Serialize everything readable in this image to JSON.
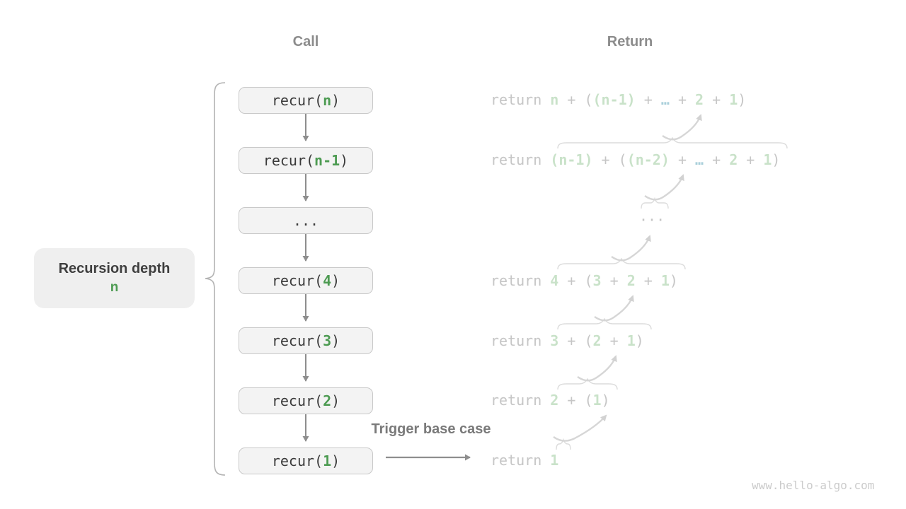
{
  "watermark": "www.hello-algo.com",
  "headers": {
    "call": "Call",
    "return": "Return"
  },
  "depth_label": {
    "title": "Recursion depth",
    "value": "n"
  },
  "trigger_label": "Trigger base case",
  "colors": {
    "accent_green": "#4d9b52",
    "pale_green": "#c9e2c9",
    "pale_blue": "#a9cfda",
    "code_text": "#3a3a3a",
    "faded_text": "#c6c6c6",
    "arrow_gray": "#8e8e8e",
    "pale_stroke": "#d6d6d6",
    "box_fill": "#f3f3f3",
    "box_border": "#c9c9c9"
  },
  "call": {
    "rows": [
      {
        "tokens": [
          {
            "t": "recur(",
            "c": "code"
          },
          {
            "t": "n",
            "c": "green"
          },
          {
            "t": ")",
            "c": "code"
          }
        ]
      },
      {
        "tokens": [
          {
            "t": "recur(",
            "c": "code"
          },
          {
            "t": "n-1",
            "c": "green"
          },
          {
            "t": ")",
            "c": "code"
          }
        ]
      },
      {
        "tokens": [
          {
            "t": "...",
            "c": "code"
          }
        ]
      },
      {
        "tokens": [
          {
            "t": "recur(",
            "c": "code"
          },
          {
            "t": "4",
            "c": "green"
          },
          {
            "t": ")",
            "c": "code"
          }
        ]
      },
      {
        "tokens": [
          {
            "t": "recur(",
            "c": "code"
          },
          {
            "t": "3",
            "c": "green"
          },
          {
            "t": ")",
            "c": "code"
          }
        ]
      },
      {
        "tokens": [
          {
            "t": "recur(",
            "c": "code"
          },
          {
            "t": "2",
            "c": "green"
          },
          {
            "t": ")",
            "c": "code"
          }
        ]
      },
      {
        "tokens": [
          {
            "t": "recur(",
            "c": "code"
          },
          {
            "t": "1",
            "c": "green"
          },
          {
            "t": ")",
            "c": "code"
          }
        ]
      }
    ]
  },
  "return": {
    "rows": [
      {
        "tokens": [
          {
            "t": "return ",
            "c": "ret"
          },
          {
            "t": "n",
            "c": "val"
          },
          {
            "t": " + (",
            "c": "ret"
          },
          {
            "t": "(n-1)",
            "c": "val"
          },
          {
            "t": " + ",
            "c": "ret"
          },
          {
            "t": "…",
            "c": "dots"
          },
          {
            "t": " + ",
            "c": "ret"
          },
          {
            "t": "2",
            "c": "val"
          },
          {
            "t": " + ",
            "c": "ret"
          },
          {
            "t": "1",
            "c": "val"
          },
          {
            "t": ")",
            "c": "ret"
          }
        ]
      },
      {
        "tokens": [
          {
            "t": "return ",
            "c": "ret"
          },
          {
            "t": "(n-1)",
            "c": "val"
          },
          {
            "t": " + (",
            "c": "ret"
          },
          {
            "t": "(n-2)",
            "c": "val"
          },
          {
            "t": " + ",
            "c": "ret"
          },
          {
            "t": "…",
            "c": "dots"
          },
          {
            "t": " + ",
            "c": "ret"
          },
          {
            "t": "2",
            "c": "val"
          },
          {
            "t": " + ",
            "c": "ret"
          },
          {
            "t": "1",
            "c": "val"
          },
          {
            "t": ")",
            "c": "ret"
          }
        ]
      },
      {
        "tokens": [
          {
            "t": "···",
            "c": "ret"
          }
        ]
      },
      {
        "tokens": [
          {
            "t": "return ",
            "c": "ret"
          },
          {
            "t": "4",
            "c": "val"
          },
          {
            "t": " + (",
            "c": "ret"
          },
          {
            "t": "3",
            "c": "val"
          },
          {
            "t": " + ",
            "c": "ret"
          },
          {
            "t": "2",
            "c": "val"
          },
          {
            "t": " + ",
            "c": "ret"
          },
          {
            "t": "1",
            "c": "val"
          },
          {
            "t": ")",
            "c": "ret"
          }
        ]
      },
      {
        "tokens": [
          {
            "t": "return ",
            "c": "ret"
          },
          {
            "t": "3",
            "c": "val"
          },
          {
            "t": " + (",
            "c": "ret"
          },
          {
            "t": "2",
            "c": "val"
          },
          {
            "t": " + ",
            "c": "ret"
          },
          {
            "t": "1",
            "c": "val"
          },
          {
            "t": ")",
            "c": "ret"
          }
        ]
      },
      {
        "tokens": [
          {
            "t": "return ",
            "c": "ret"
          },
          {
            "t": "2",
            "c": "val"
          },
          {
            "t": " + (",
            "c": "ret"
          },
          {
            "t": "1",
            "c": "val"
          },
          {
            "t": ")",
            "c": "ret"
          }
        ]
      },
      {
        "tokens": [
          {
            "t": "return ",
            "c": "ret"
          },
          {
            "t": "1",
            "c": "val"
          }
        ]
      }
    ]
  }
}
